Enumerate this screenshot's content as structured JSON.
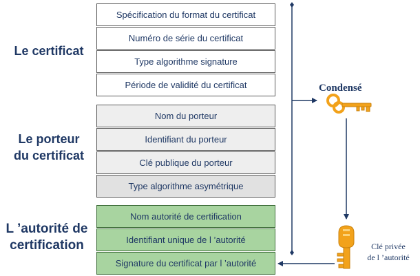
{
  "sections": [
    {
      "label": "Le certificat"
    },
    {
      "label_line1": "Le porteur",
      "label_line2": "du certificat"
    },
    {
      "label_line1": "L ’autorité de",
      "label_line2": "certification"
    }
  ],
  "certificat_fields": [
    "Spécification du format du certificat",
    "Numéro de série du certificat",
    "Type algorithme signature",
    "Période de validité du certificat"
  ],
  "porteur_fields": [
    "Nom du porteur",
    "Identifiant du porteur",
    "Clé publique du porteur",
    "Type algorithme asymétrique"
  ],
  "autorite_fields": [
    "Nom autorité de certification",
    "Identifiant unique de l ’autorité",
    "Signature du certificat par l ’autorité"
  ],
  "condense_label": "Condensé",
  "cle_privee_line1": "Clé privée",
  "cle_privee_line2": "de l ’autorité",
  "colors": {
    "text": "#1f3864",
    "green_fill": "#a8d4a0",
    "gray_fill": "#eeeeee",
    "key": "#f2a21b",
    "arrow": "#1f3864"
  },
  "icons": [
    "key-icon-condense",
    "key-icon-private"
  ]
}
